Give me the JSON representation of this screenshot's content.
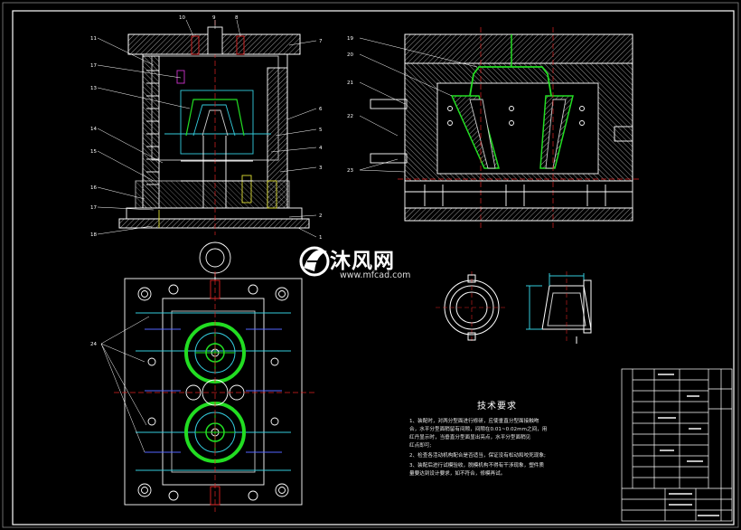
{
  "watermark": {
    "brand_cn": "沐风网",
    "url": "www.mfcad.com"
  },
  "technical_requirements": {
    "title": "技术要求",
    "lines": [
      "1、装配时，对两分型面进行修研，应使垂直分型面接触吻",
      "合，水平分型面稍留有间隙，间隙在0.01~0.02mm之间，用",
      "红丹显示时，当垂直分型面显出亮点，水平分型面稍见",
      "红点即可;",
      "2、检查各活动机构配合是否适当，保证没有松动和咬死现象;",
      "3、装配后进行试模验收，脱模机构不得有干涉现象，塑件质",
      "量要达到设计要求，如不符合，修模再试。"
    ]
  },
  "callouts": {
    "front_left": [
      "11",
      "17",
      "13",
      "14",
      "15",
      "16",
      "17",
      "18"
    ],
    "front_top": [
      "10",
      "9",
      "8"
    ],
    "front_right": [
      "7",
      "6",
      "5",
      "4",
      "3",
      "2",
      "1"
    ],
    "section_left": [
      "19",
      "20",
      "21",
      "22",
      "23"
    ],
    "plan_left": "24"
  },
  "colors": {
    "background": "#000000",
    "outline": "#ffffff",
    "section_hatch": "#cccccc",
    "part_green": "#22dd22",
    "cyan_lines": "#33ccdd",
    "center_red": "#dd2222",
    "blue_bolts": "#5566ff",
    "yellow": "#dddd33",
    "magenta": "#cc33cc"
  }
}
